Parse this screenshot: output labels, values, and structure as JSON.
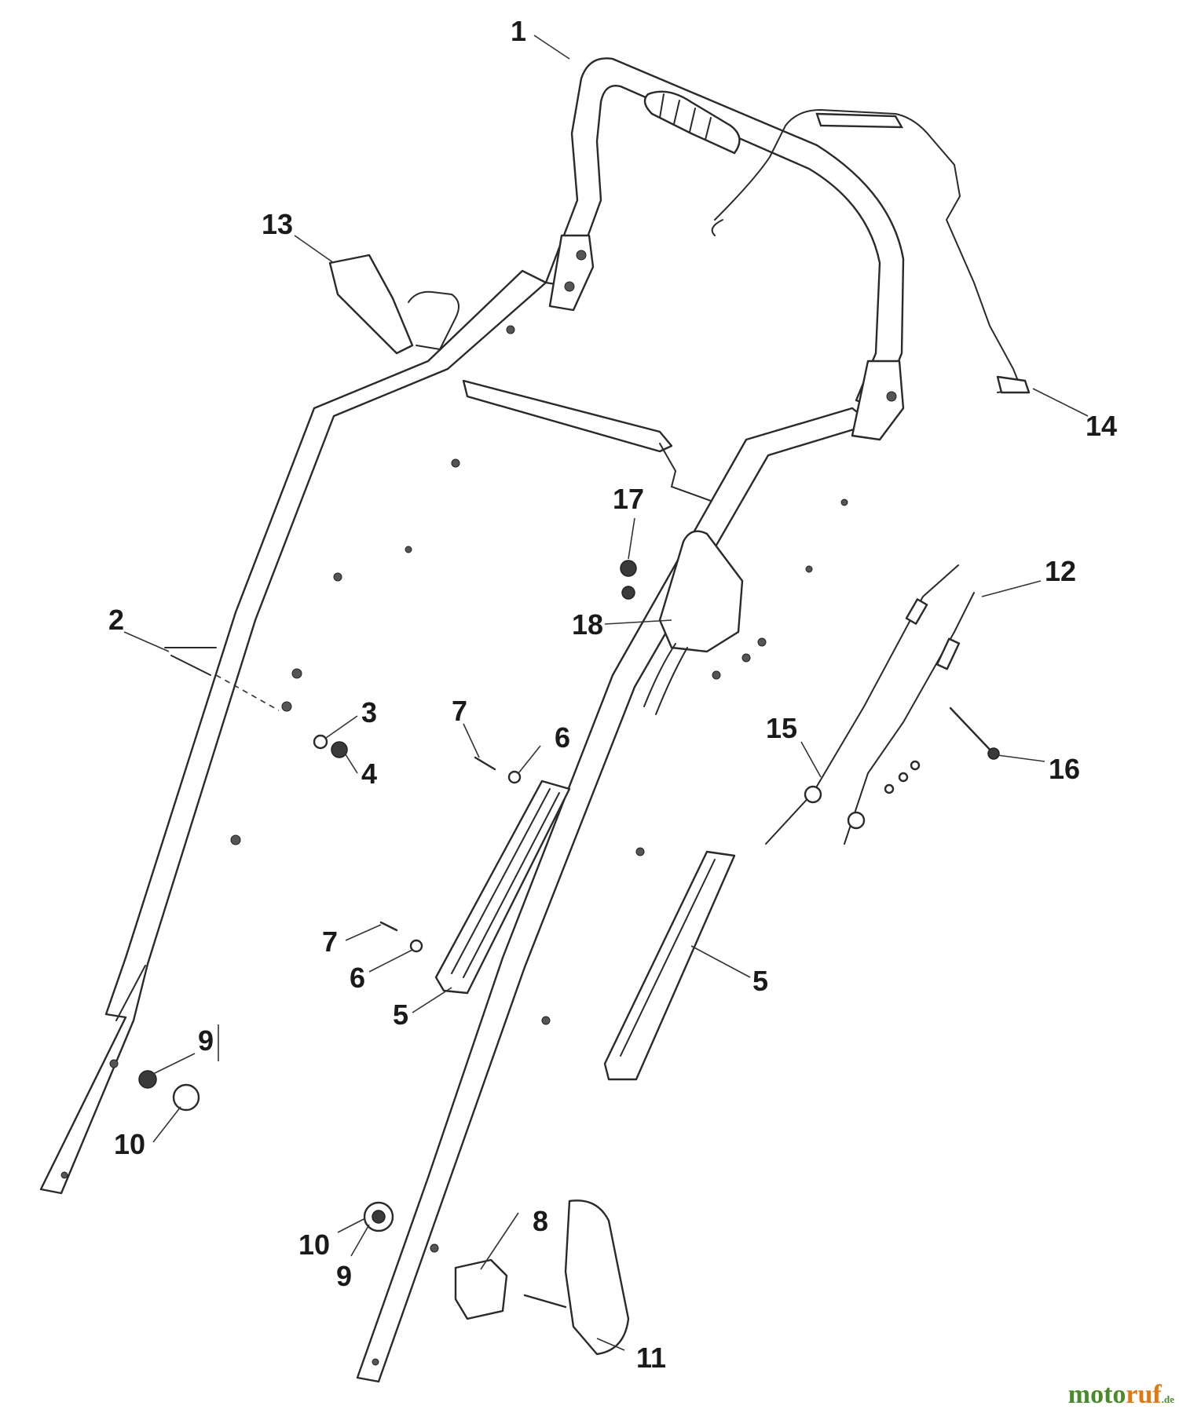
{
  "diagram": {
    "callouts": [
      {
        "id": "c1",
        "text": "1"
      },
      {
        "id": "c2",
        "text": "2"
      },
      {
        "id": "c3",
        "text": "3"
      },
      {
        "id": "c4",
        "text": "4"
      },
      {
        "id": "c5a",
        "text": "5"
      },
      {
        "id": "c5b",
        "text": "5"
      },
      {
        "id": "c6a",
        "text": "6"
      },
      {
        "id": "c6b",
        "text": "6"
      },
      {
        "id": "c7a",
        "text": "7"
      },
      {
        "id": "c7b",
        "text": "7"
      },
      {
        "id": "c8",
        "text": "8"
      },
      {
        "id": "c9a",
        "text": "9"
      },
      {
        "id": "c9b",
        "text": "9"
      },
      {
        "id": "c10a",
        "text": "10"
      },
      {
        "id": "c10b",
        "text": "10"
      },
      {
        "id": "c11",
        "text": "11"
      },
      {
        "id": "c12",
        "text": "12"
      },
      {
        "id": "c13",
        "text": "13"
      },
      {
        "id": "c14",
        "text": "14"
      },
      {
        "id": "c15",
        "text": "15"
      },
      {
        "id": "c16",
        "text": "16"
      },
      {
        "id": "c17",
        "text": "17"
      },
      {
        "id": "c18",
        "text": "18"
      }
    ]
  },
  "watermark": {
    "main": "moto",
    "accent": "ruf",
    "tld": ".de"
  }
}
